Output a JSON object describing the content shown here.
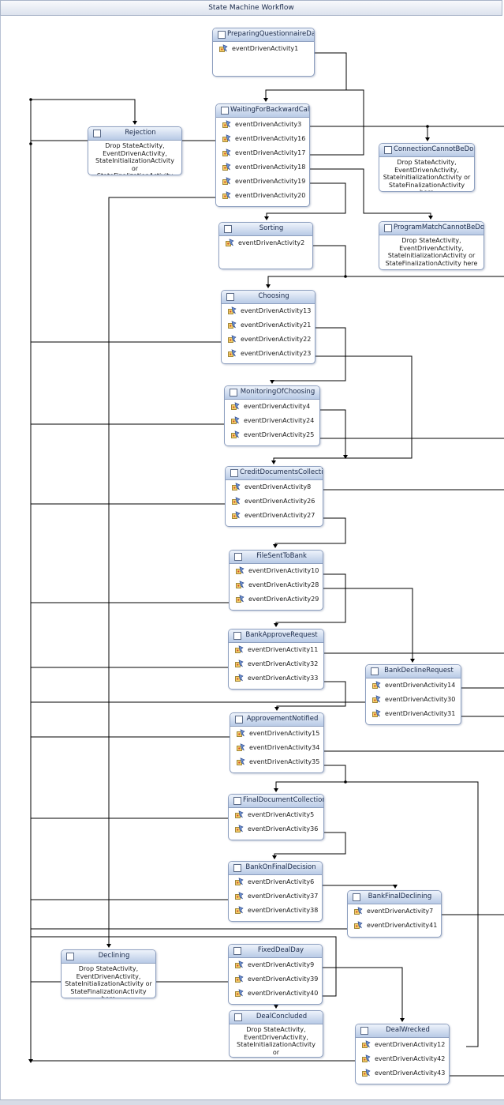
{
  "window": {
    "title": "State Machine Workflow"
  },
  "drop_hint": "Drop StateActivity,\nEventDrivenActivity,\nStateInitializationActivity or\nStateFinalizationActivity here",
  "colors": {
    "wire": "#000000",
    "header_top": "#eef3fb",
    "header_bottom": "#b8cae6",
    "border": "#8d9fbf"
  },
  "icons": {
    "state": "state-box-icon",
    "activity": "event-driven-activity-icon"
  },
  "states": [
    {
      "name": "PreparingQuestionnaireData",
      "activities": [
        "eventDrivenActivity1"
      ]
    },
    {
      "name": "WaitingForBackwardCall",
      "activities": [
        "eventDrivenActivity3",
        "eventDrivenActivity16",
        "eventDrivenActivity17",
        "eventDrivenActivity18",
        "eventDrivenActivity19",
        "eventDrivenActivity20"
      ]
    },
    {
      "name": "Rejection",
      "activities": []
    },
    {
      "name": "ConnectionCannotBeDone",
      "activities": []
    },
    {
      "name": "Sorting",
      "activities": [
        "eventDrivenActivity2"
      ]
    },
    {
      "name": "ProgramMatchCannotBeDone",
      "activities": []
    },
    {
      "name": "Choosing",
      "activities": [
        "eventDrivenActivity13",
        "eventDrivenActivity21",
        "eventDrivenActivity22",
        "eventDrivenActivity23"
      ]
    },
    {
      "name": "MonitoringOfChoosing",
      "activities": [
        "eventDrivenActivity4",
        "eventDrivenActivity24",
        "eventDrivenActivity25"
      ]
    },
    {
      "name": "CreditDocumentsCollection",
      "activities": [
        "eventDrivenActivity8",
        "eventDrivenActivity26",
        "eventDrivenActivity27"
      ]
    },
    {
      "name": "FileSentToBank",
      "activities": [
        "eventDrivenActivity10",
        "eventDrivenActivity28",
        "eventDrivenActivity29"
      ]
    },
    {
      "name": "BankApproveRequest",
      "activities": [
        "eventDrivenActivity11",
        "eventDrivenActivity32",
        "eventDrivenActivity33"
      ]
    },
    {
      "name": "BankDeclineRequest",
      "activities": [
        "eventDrivenActivity14",
        "eventDrivenActivity30",
        "eventDrivenActivity31"
      ]
    },
    {
      "name": "ApprovementNotified",
      "activities": [
        "eventDrivenActivity15",
        "eventDrivenActivity34",
        "eventDrivenActivity35"
      ]
    },
    {
      "name": "FinalDocumentCollection",
      "activities": [
        "eventDrivenActivity5",
        "eventDrivenActivity36"
      ]
    },
    {
      "name": "BankOnFinalDecision",
      "activities": [
        "eventDrivenActivity6",
        "eventDrivenActivity37",
        "eventDrivenActivity38"
      ]
    },
    {
      "name": "BankFinalDeclining",
      "activities": [
        "eventDrivenActivity7",
        "eventDrivenActivity41"
      ]
    },
    {
      "name": "Declining",
      "activities": []
    },
    {
      "name": "FixedDealDay",
      "activities": [
        "eventDrivenActivity9",
        "eventDrivenActivity39",
        "eventDrivenActivity40"
      ]
    },
    {
      "name": "DealConcluded",
      "activities": []
    },
    {
      "name": "DealWrecked",
      "activities": [
        "eventDrivenActivity12",
        "eventDrivenActivity42",
        "eventDrivenActivity43"
      ]
    }
  ]
}
